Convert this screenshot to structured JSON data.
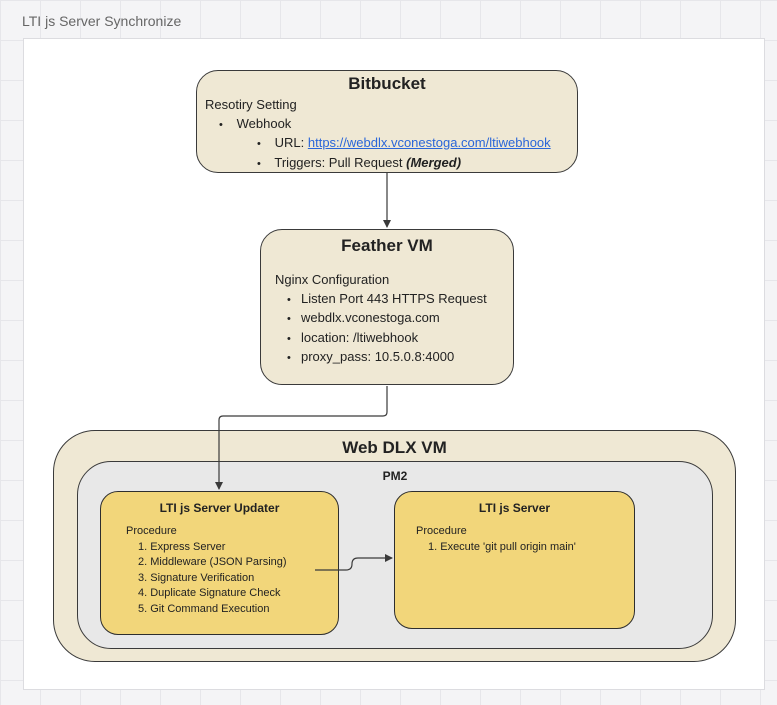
{
  "frame": {
    "title": "LTI js Server Synchronize"
  },
  "bitbucket": {
    "title": "Bitbucket",
    "heading": "Resotiry Setting",
    "webhook_label": "Webhook",
    "url_label": "URL: ",
    "url": "https://webdlx.vconestoga.com/ltiwebhook",
    "triggers_label": "Triggers: Pull Request ",
    "triggers_emphasis": "(Merged)"
  },
  "feather": {
    "title": "Feather VM",
    "heading": "Nginx Configuration",
    "items": [
      "Listen Port 443 HTTPS Request",
      "webdlx.vconestoga.com",
      "location: /ltiwebhook",
      "proxy_pass: 10.5.0.8:4000"
    ]
  },
  "webdlx": {
    "title": "Web DLX VM",
    "pm2_label": "PM2",
    "updater": {
      "title": "LTI js Server Updater",
      "procedure_label": "Procedure",
      "steps": [
        "1. Express Server",
        "2. Middleware (JSON Parsing)",
        "3. Signature Verification",
        "4. Duplicate Signature Check",
        "5. Git Command Execution"
      ]
    },
    "server": {
      "title": "LTI js Server",
      "procedure_label": "Procedure",
      "steps": [
        "1. Execute 'git pull origin main'"
      ]
    }
  },
  "colors": {
    "node_fill": "#efe8d4",
    "pm2_fill": "#e8e8e8",
    "card_fill": "#f2d67a",
    "link": "#2a66d9"
  }
}
